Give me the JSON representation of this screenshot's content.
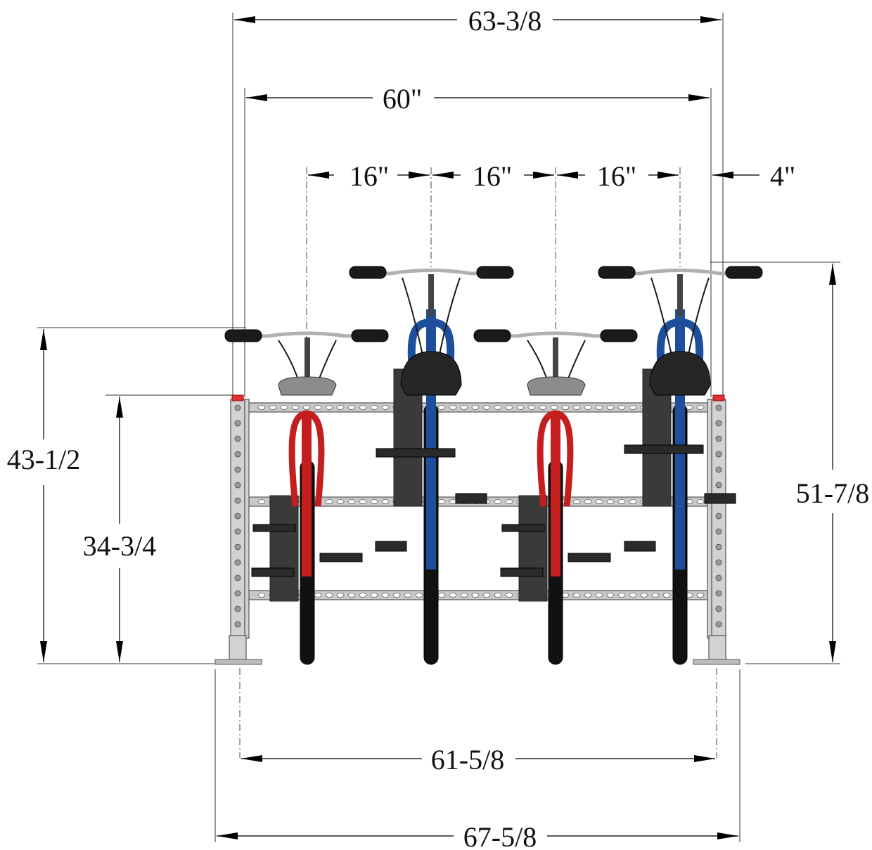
{
  "drawing": {
    "dimensions": {
      "overall_top": "63-3/8",
      "inner_top": "60\"",
      "spacing_1": "16\"",
      "spacing_2": "16\"",
      "spacing_3": "16\"",
      "end_offset": "4\"",
      "height_low_handlebar": "43-1/2",
      "height_rack_top": "34-3/4",
      "height_high_handlebar": "51-7/8",
      "base_inner": "61-5/8",
      "base_overall": "67-5/8"
    },
    "bikes": [
      {
        "frame_color": "#c41e1e",
        "position": "low"
      },
      {
        "frame_color": "#1e4f9c",
        "position": "high"
      },
      {
        "frame_color": "#c41e1e",
        "position": "low"
      },
      {
        "frame_color": "#1e4f9c",
        "position": "high"
      }
    ],
    "colors": {
      "rack_steel": "#c9c9c9",
      "end_cap": "#e03030",
      "red_frame": "#c41e1e",
      "blue_frame": "#1e4f9c"
    }
  }
}
